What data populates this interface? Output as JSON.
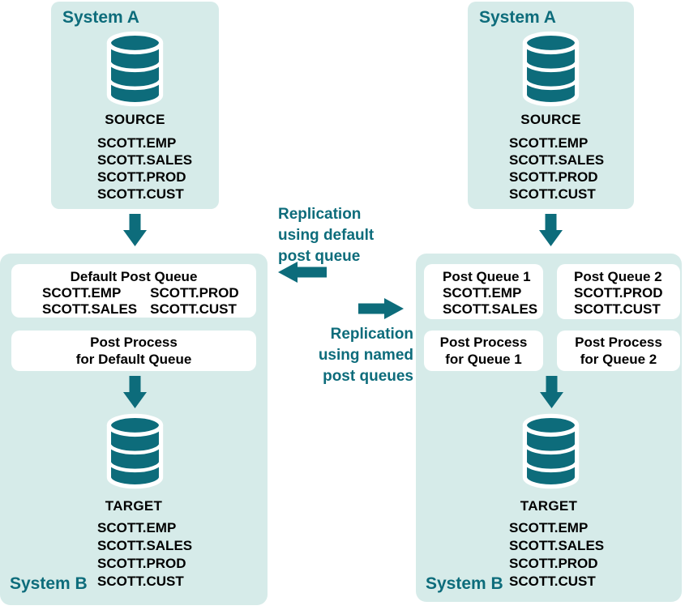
{
  "colors": {
    "teal": "#0d6c7b",
    "light_teal": "#d6ebe9",
    "box_white": "#ffffff",
    "text_black": "#000000"
  },
  "labels": {
    "system_a": "System A",
    "system_b": "System B",
    "source": "SOURCE",
    "target": "TARGET"
  },
  "tables": [
    "SCOTT.EMP",
    "SCOTT.SALES",
    "SCOTT.PROD",
    "SCOTT.CUST"
  ],
  "left_flow": {
    "queue_box": {
      "title": "Default Post Queue",
      "col1": [
        "SCOTT.EMP",
        "SCOTT.SALES"
      ],
      "col2": [
        "SCOTT.PROD",
        "SCOTT.CUST"
      ]
    },
    "process_box": {
      "line1": "Post Process",
      "line2": "for Default Queue"
    }
  },
  "right_flow": {
    "queue1_box": {
      "title": "Post Queue 1",
      "tables": [
        "SCOTT.EMP",
        "SCOTT.SALES"
      ]
    },
    "queue2_box": {
      "title": "Post Queue 2",
      "tables": [
        "SCOTT.PROD",
        "SCOTT.CUST"
      ]
    },
    "process1_box": {
      "line1": "Post Process",
      "line2": "for Queue 1"
    },
    "process2_box": {
      "line1": "Post Process",
      "line2": "for Queue 2"
    }
  },
  "annotations": {
    "default": [
      "Replication",
      "using default",
      "post queue"
    ],
    "named": [
      "Replication",
      "using named",
      "post queues"
    ]
  },
  "icons": {
    "database": "database-cylinder-icon",
    "arrow_down": "arrow-down-icon",
    "arrow_left": "arrow-left-icon",
    "arrow_right": "arrow-right-icon"
  }
}
